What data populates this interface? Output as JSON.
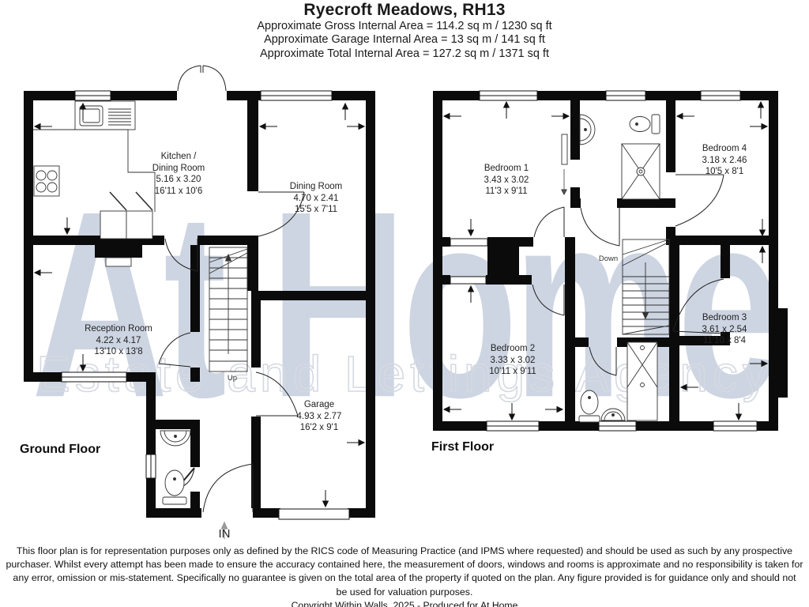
{
  "header": {
    "title": "Ryecroft Meadows, RH13",
    "area_lines": [
      "Approximate Gross Internal Area = 114.2 sq m / 1230 sq ft",
      "Approximate Garage Internal Area = 13 sq m / 141 sq ft",
      "Approximate Total Internal Area = 127.2 sq m / 1371 sq ft"
    ]
  },
  "watermark": {
    "brand": "At Home",
    "tagline": "Estate and Lettings Agency",
    "brand_color": "#cdd5e2",
    "tagline_color": "#d5d9e1"
  },
  "ground_floor": {
    "label": "Ground Floor",
    "stairs_label": "Up",
    "entrance_label": "IN",
    "rooms": {
      "kitchen": {
        "line1": "Kitchen /",
        "line2": "Dining Room",
        "metric": "5.16 x 3.20",
        "imperial": "16'11 x 10'6"
      },
      "dining": {
        "name": "Dining Room",
        "metric": "4.70 x 2.41",
        "imperial": "15'5 x 7'11"
      },
      "reception": {
        "name": "Reception Room",
        "metric": "4.22 x 4.17",
        "imperial": "13'10 x 13'8"
      },
      "garage": {
        "name": "Garage",
        "metric": "4.93 x 2.77",
        "imperial": "16'2 x 9'1"
      }
    }
  },
  "first_floor": {
    "label": "First Floor",
    "stairs_label": "Down",
    "rooms": {
      "bedroom1": {
        "name": "Bedroom 1",
        "metric": "3.43 x 3.02",
        "imperial": "11'3 x 9'11"
      },
      "bedroom2": {
        "name": "Bedroom 2",
        "metric": "3.33 x 3.02",
        "imperial": "10'11 x 9'11"
      },
      "bedroom3": {
        "name": "Bedroom 3",
        "metric": "3.61 x 2.54",
        "imperial": "11'10 x 8'4"
      },
      "bedroom4": {
        "name": "Bedroom 4",
        "metric": "3.18 x 2.46",
        "imperial": "10'5 x 8'1"
      }
    }
  },
  "footer": {
    "disclaimer_lines": [
      "This floor plan is for representation purposes only as defined by the RICS code of Measuring Practice (and IPMS where requested) and should be used as such by any prospective",
      "purchaser. Whilst every attempt has been made to ensure the accuracy contained here, the measurement of doors, windows and rooms is approximate and no responsibility is taken for",
      "any error, omission or mis-statement. Specifically no guarantee is given on the total area of the property if quoted on the plan. Any figure provided is for guidance only and should not",
      "be used for valuation purposes."
    ],
    "copyright": "Copyright Within Walls. 2025 - Produced for At Home"
  }
}
